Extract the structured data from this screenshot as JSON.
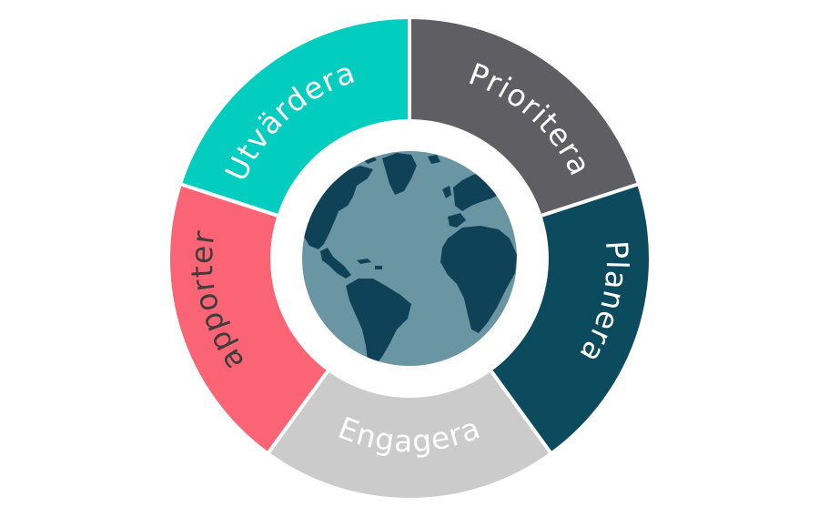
{
  "cycle": {
    "segments": [
      {
        "id": "prioritera",
        "label": "Prioritera",
        "color": "#5f5f63",
        "text_color": "#ffffff"
      },
      {
        "id": "planera",
        "label": "Planera",
        "color": "#0c4a5e",
        "text_color": "#ffffff"
      },
      {
        "id": "engagera",
        "label": "Engagera",
        "color": "#cbcbcb",
        "text_color": "#ffffff"
      },
      {
        "id": "rapportera",
        "label": "Rapportera",
        "color": "#fb6474",
        "text_color": "#3d3d3d"
      },
      {
        "id": "utvardera",
        "label": "Utvärdera",
        "color": "#03cdbf",
        "text_color": "#ffffff"
      }
    ]
  },
  "globe": {
    "ocean_color": "#6a95a2",
    "land_color": "#0f4257"
  }
}
